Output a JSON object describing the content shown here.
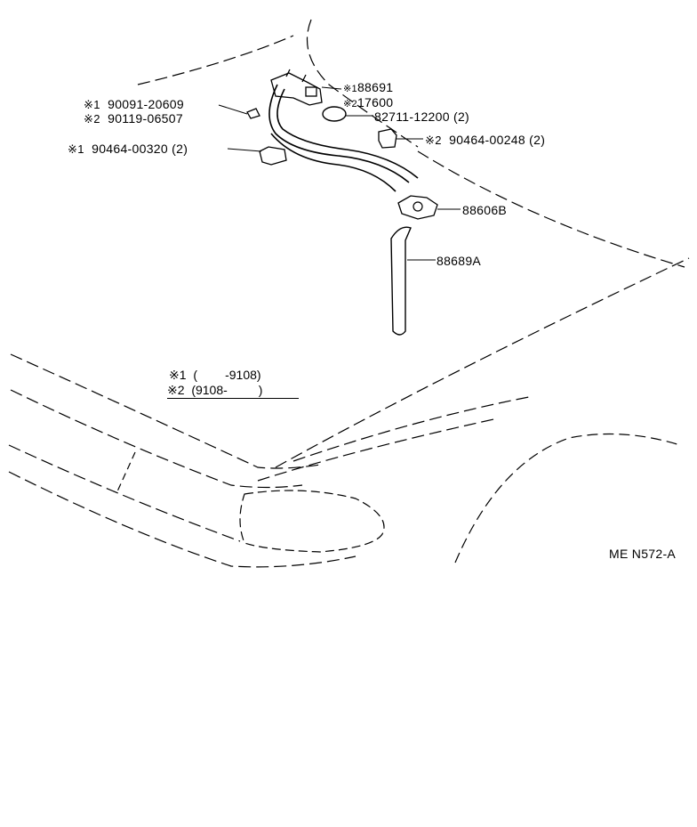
{
  "labels": {
    "part_88691": {
      "mark": "※1",
      "number": "88691"
    },
    "part_17600": {
      "mark": "※2",
      "number": "17600"
    },
    "part_82711": {
      "number": "82711-12200",
      "qty": "(2)"
    },
    "part_90464_00248": {
      "mark": "※2",
      "number": "90464-00248",
      "qty": "(2)"
    },
    "part_90091": {
      "mark": "※1",
      "number": "90091-20609"
    },
    "part_90119": {
      "mark": "※2",
      "number": "90119-06507"
    },
    "part_90464_00320": {
      "mark": "※1",
      "number": "90464-00320",
      "qty": "(2)"
    },
    "part_88606B": {
      "number": "88606B"
    },
    "part_88689A": {
      "number": "88689A"
    }
  },
  "legend": {
    "row1": {
      "mark": "※1",
      "range": "(        -9108)"
    },
    "row2": {
      "mark": "※2",
      "range": "(9108-         )"
    }
  },
  "diagram_code": "ME N572-A"
}
